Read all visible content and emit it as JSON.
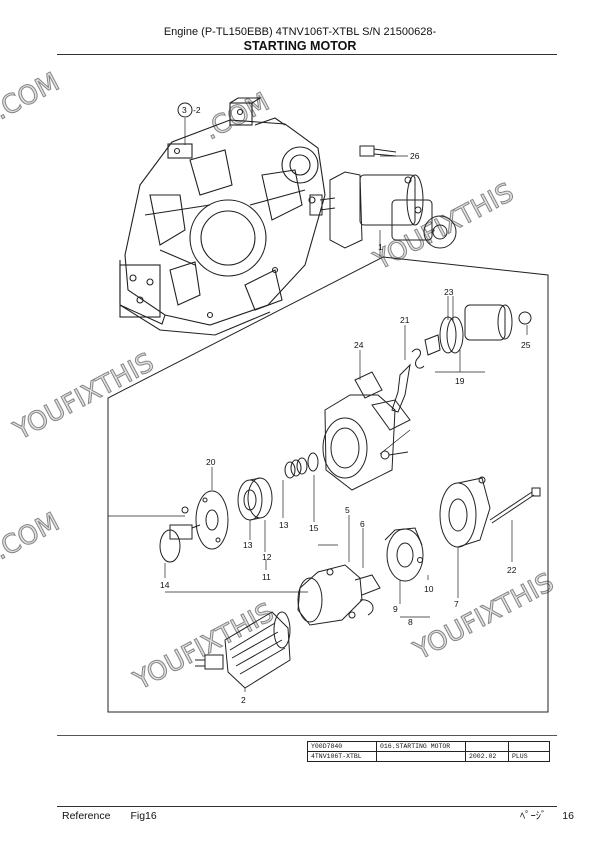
{
  "header": {
    "line1": "Engine (P-TL150EBB) 4TNV106T-XTBL S/N 21500628-",
    "line2": "STARTING MOTOR"
  },
  "callouts": {
    "c3": "3",
    "c3_suffix": "-2",
    "c26": "26",
    "c1": "1",
    "c23": "23",
    "c21": "21",
    "c24": "24",
    "c25": "25",
    "c19": "19",
    "c20": "20",
    "c13a": "13",
    "c13b": "13",
    "c12": "12",
    "c11": "11",
    "c15": "15",
    "c14": "14",
    "c5": "5",
    "c6": "6",
    "c9": "9",
    "c10": "10",
    "c8": "8",
    "c7": "7",
    "c22": "22",
    "c2": "2"
  },
  "watermark": {
    "text1": "YOUFIXTHIS",
    "text2": ".COM"
  },
  "info_table": {
    "r1c1": "Y00D7840",
    "r1c2": "016.STARTING MOTOR",
    "r1c3": "",
    "r1c4": "",
    "r2c1": "4TNV106T-XTBL",
    "r2c2": "",
    "r2c3": "2002.02",
    "r2c4": "PLUS"
  },
  "footer": {
    "reference": "Reference",
    "fig": "Fig16",
    "page_label": "ﾍﾟｰｼﾞ",
    "page_number": "16"
  }
}
